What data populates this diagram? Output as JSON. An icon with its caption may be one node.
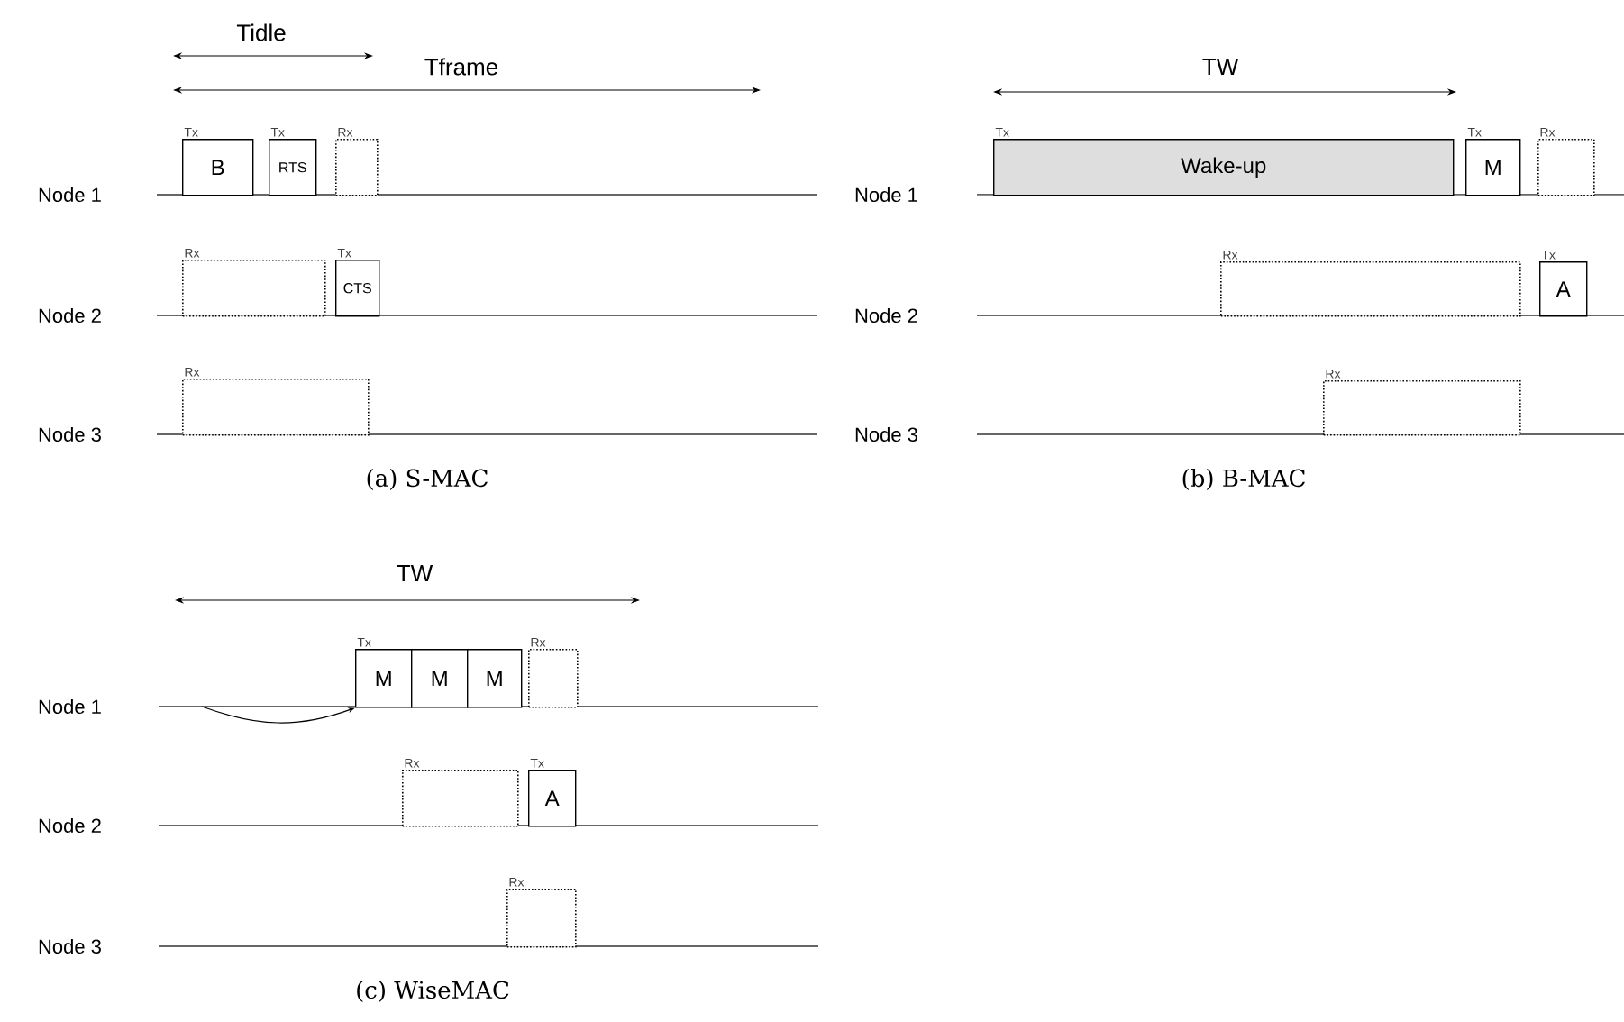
{
  "diagram": {
    "nodes": [
      {
        "text": [
          "B"
        ],
        "beside": [
          "Tx"
        ]
      },
      {
        "text": [
          "RTS"
        ],
        "beside": [
          "Tx"
        ]
      },
      {
        "text": [],
        "shape": "box",
        "beside": [
          "Rx"
        ]
      },
      {
        "text": [],
        "shape": "box",
        "beside": [
          "Rx"
        ]
      },
      {
        "text": [
          "CTS"
        ],
        "beside": [
          "Tx"
        ]
      },
      {
        "text": [],
        "shape": "box",
        "beside": [
          "Rx"
        ]
      },
      {
        "text": [
          "Wake-up"
        ],
        "beside": [
          "Tx"
        ]
      },
      {
        "text": [
          "M"
        ],
        "beside": [
          "Tx"
        ]
      },
      {
        "text": [],
        "shape": "box",
        "beside": [
          "Rx"
        ]
      },
      {
        "text": [],
        "shape": "box",
        "beside": [
          "Rx"
        ]
      },
      {
        "text": [
          "A"
        ],
        "beside": [
          "Tx"
        ]
      },
      {
        "text": [],
        "shape": "box",
        "beside": [
          "Rx"
        ]
      },
      {
        "text": [
          "M"
        ],
        "beside": [
          "Tx"
        ]
      },
      {
        "text": [
          "M"
        ]
      },
      {
        "text": [
          "M"
        ]
      },
      {
        "text": [],
        "shape": "box",
        "beside": [
          "Rx"
        ]
      },
      {
        "text": [],
        "shape": "box",
        "beside": [
          "Rx"
        ]
      },
      {
        "text": [
          "A"
        ],
        "beside": [
          "Tx"
        ]
      },
      {
        "text": [],
        "shape": "box",
        "beside": [
          "Rx"
        ]
      }
    ],
    "edges": [
      {
        "from": null,
        "to": 12,
        "arrow": "to"
      }
    ],
    "labels": [
      "Tidle",
      "Tframe",
      "Node 1",
      "Node 2",
      "Node 3",
      "(a) S-MAC",
      "TW",
      "Node 1",
      "Node 2",
      "Node 3",
      "(b) B-MAC",
      "TW",
      "Node 1",
      "Node 2",
      "Node 3",
      "(c) WiseMAC"
    ]
  }
}
